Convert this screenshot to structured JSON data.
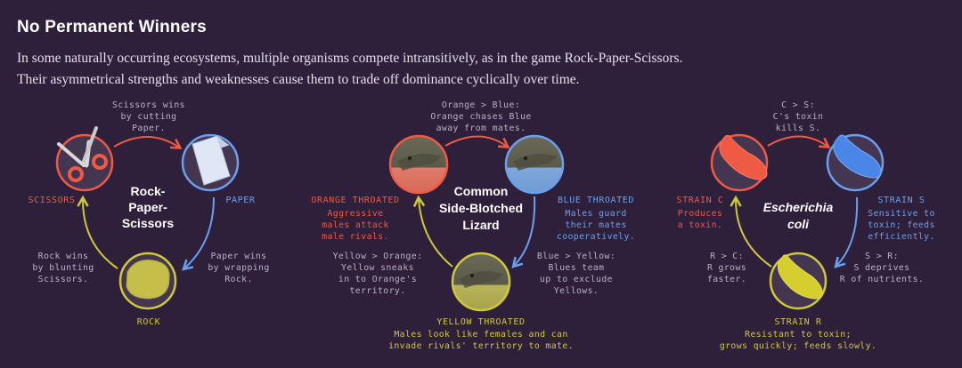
{
  "header": {
    "title": "No Permanent Winners",
    "intro_line1": "In some naturally occurring ecosystems, multiple organisms compete intransitively, as in the game Rock-Paper-Scissors.",
    "intro_line2": "Their asymmetrical strengths and weaknesses cause them to trade off dominance cyclically over time."
  },
  "colors": {
    "background": "#2e1f3b",
    "orange": "#ef5a45",
    "blue": "#6aa0ee",
    "yellow": "#cfc83a",
    "gray_text": "#b9b2c2",
    "node_fill": "#443650"
  },
  "rps": {
    "center": [
      "Rock-",
      "Paper-",
      "Scissors"
    ],
    "scissors_label": "SCISSORS",
    "paper_label": "PAPER",
    "rock_label": "ROCK",
    "top_note": [
      "Scissors wins",
      "by cutting",
      "Paper."
    ],
    "right_note": [
      "Paper wins",
      "by wrapping",
      "Rock."
    ],
    "left_note": [
      "Rock wins",
      "by blunting",
      "Scissors."
    ]
  },
  "lizard": {
    "center": [
      "Common",
      "Side-Blotched",
      "Lizard"
    ],
    "orange_label": "ORANGE THROATED",
    "orange_desc": [
      "Aggressive",
      "males attack",
      "male rivals."
    ],
    "blue_label": "BLUE THROATED",
    "blue_desc": [
      "Males guard",
      "their mates",
      "cooperatively."
    ],
    "yellow_label": "YELLOW THROATED",
    "yellow_desc": [
      "Males look like females and can",
      "invade rivals' territory to mate."
    ],
    "top_note": [
      "Orange > Blue:",
      "Orange chases Blue",
      "away from mates."
    ],
    "right_note": [
      "Blue > Yellow:",
      "Blues team",
      "up to exclude",
      "Yellows."
    ],
    "left_note": [
      "Yellow > Orange:",
      "Yellow sneaks",
      "in to Orange's",
      "territory."
    ]
  },
  "ecoli": {
    "center": [
      "Escherichia",
      "coli"
    ],
    "c_label": "STRAIN C",
    "c_desc": [
      "Produces",
      "a toxin."
    ],
    "s_label": "STRAIN S",
    "s_desc": [
      "Sensitive to",
      "toxin; feeds",
      "efficiently."
    ],
    "r_label": "STRAIN R",
    "r_desc": [
      "Resistant to toxin;",
      "grows quickly; feeds slowly."
    ],
    "top_note": [
      "C > S:",
      "C's toxin",
      "kills S."
    ],
    "right_note": [
      "S > R:",
      "S deprives",
      "R of nutrients."
    ],
    "left_note": [
      "R > C:",
      "R grows",
      "faster."
    ]
  }
}
